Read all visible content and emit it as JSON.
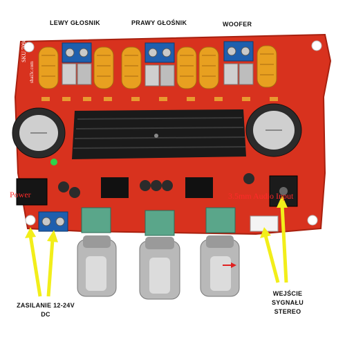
{
  "labels": {
    "left_speaker": "LEWY GŁOSNIK",
    "right_speaker": "PRAWY GŁOŚNIK",
    "woofer": "WOOFER",
    "power_line1": "ZASILANIE 12-24V",
    "power_line2": "DC",
    "input_line1": "WEJŚCIE",
    "input_line2": "SYGNAŁU",
    "input_line3": "STEREO",
    "power_marker": "Power",
    "audio_marker": "3.5mm Audio Input"
  },
  "pcb_text": {
    "sku": "SKU 7098",
    "site": "shai3c.com"
  },
  "colors": {
    "pcb": "#d8321e",
    "pcb_dark": "#a8200f",
    "heatsink": "#1a1a1a",
    "terminal": "#1e5fae",
    "coil": "#e8a020",
    "arrow": "#f2ee1a",
    "pot_body": "#5aa68a"
  }
}
